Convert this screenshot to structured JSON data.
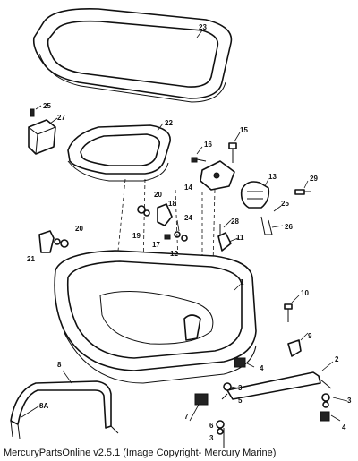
{
  "caption": "MercuryPartsOnline v2.5.1 (Image Copyright- Mercury Marine)",
  "callouts": {
    "c1": "1",
    "c2": "2",
    "c3a": "3",
    "c3b": "3",
    "c3c": "3",
    "c4a": "4",
    "c4b": "4",
    "c5": "5",
    "c6": "6",
    "c7": "7",
    "c8": "8",
    "c8a": "8A",
    "c9": "9",
    "c10": "10",
    "c11": "11",
    "c12": "12",
    "c13": "13",
    "c14": "14",
    "c15": "15",
    "c16": "16",
    "c17": "17",
    "c18": "18",
    "c19": "19",
    "c20a": "20",
    "c20b": "20",
    "c21": "21",
    "c22": "22",
    "c23": "23",
    "c24": "24",
    "c25a": "25",
    "c25b": "25",
    "c26": "26",
    "c27": "27",
    "c28": "28",
    "c29": "29"
  }
}
